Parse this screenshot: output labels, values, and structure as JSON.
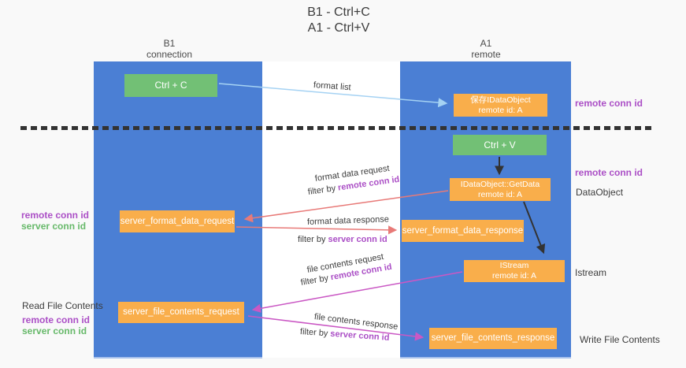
{
  "title": {
    "line1": "B1 - Ctrl+C",
    "line2": "A1 - Ctrl+V"
  },
  "lanes": {
    "left": {
      "name": "B1",
      "subtitle": "connection"
    },
    "right": {
      "name": "A1",
      "subtitle": "remote"
    }
  },
  "boxes": {
    "ctrl_c": {
      "label": "Ctrl + C"
    },
    "save_idataobject": {
      "line1": "保存IDataObject",
      "line2": "remote id: A"
    },
    "ctrl_v": {
      "label": "Ctrl + V"
    },
    "getdata": {
      "line1": "IDataObject::GetData",
      "line2": "remote id: A"
    },
    "format_request": {
      "label": "server_format_data_request"
    },
    "format_response": {
      "label": "server_format_data_response"
    },
    "istream": {
      "line1": "IStream",
      "line2": "remote id: A"
    },
    "file_request": {
      "label": "server_file_contents_request"
    },
    "file_response": {
      "label": "server_file_contents_response"
    }
  },
  "arrows": {
    "format_list": {
      "label": "format list"
    },
    "format_data_request": {
      "label": "format data request",
      "filter_prefix": "filter by",
      "filter_key": "remote conn id"
    },
    "format_data_response": {
      "label": "format data response",
      "filter_prefix": "filter by",
      "filter_key": "server conn id"
    },
    "file_contents_request": {
      "label": "file contents request",
      "filter_prefix": "filter by",
      "filter_key": "remote conn id"
    },
    "file_contents_response": {
      "label": "file contents response",
      "filter_prefix": "filter by",
      "filter_key": "server conn id"
    }
  },
  "side_labels": {
    "left_top": {
      "remote": "remote conn id",
      "server": "server conn id"
    },
    "left_bottom": {
      "title": "Read File Contents",
      "remote": "remote conn id",
      "server": "server conn id"
    },
    "right_top": {
      "remote": "remote conn id"
    },
    "right_mid": {
      "remote": "remote conn id",
      "object": "DataObject"
    },
    "right_istream": {
      "label": "Istream"
    },
    "right_bottom": {
      "label": "Write File Contents"
    }
  },
  "colors": {
    "lane_blue": "#4b7fd4",
    "box_green": "#72c075",
    "box_orange": "#f9ae4b",
    "arrow_red": "#e87a78",
    "arrow_magenta": "#ca58c4",
    "arrow_blue": "#a5d2f3",
    "arrow_black": "#333333",
    "label_purple": "#ab4fc6",
    "label_green": "#67b96a"
  }
}
